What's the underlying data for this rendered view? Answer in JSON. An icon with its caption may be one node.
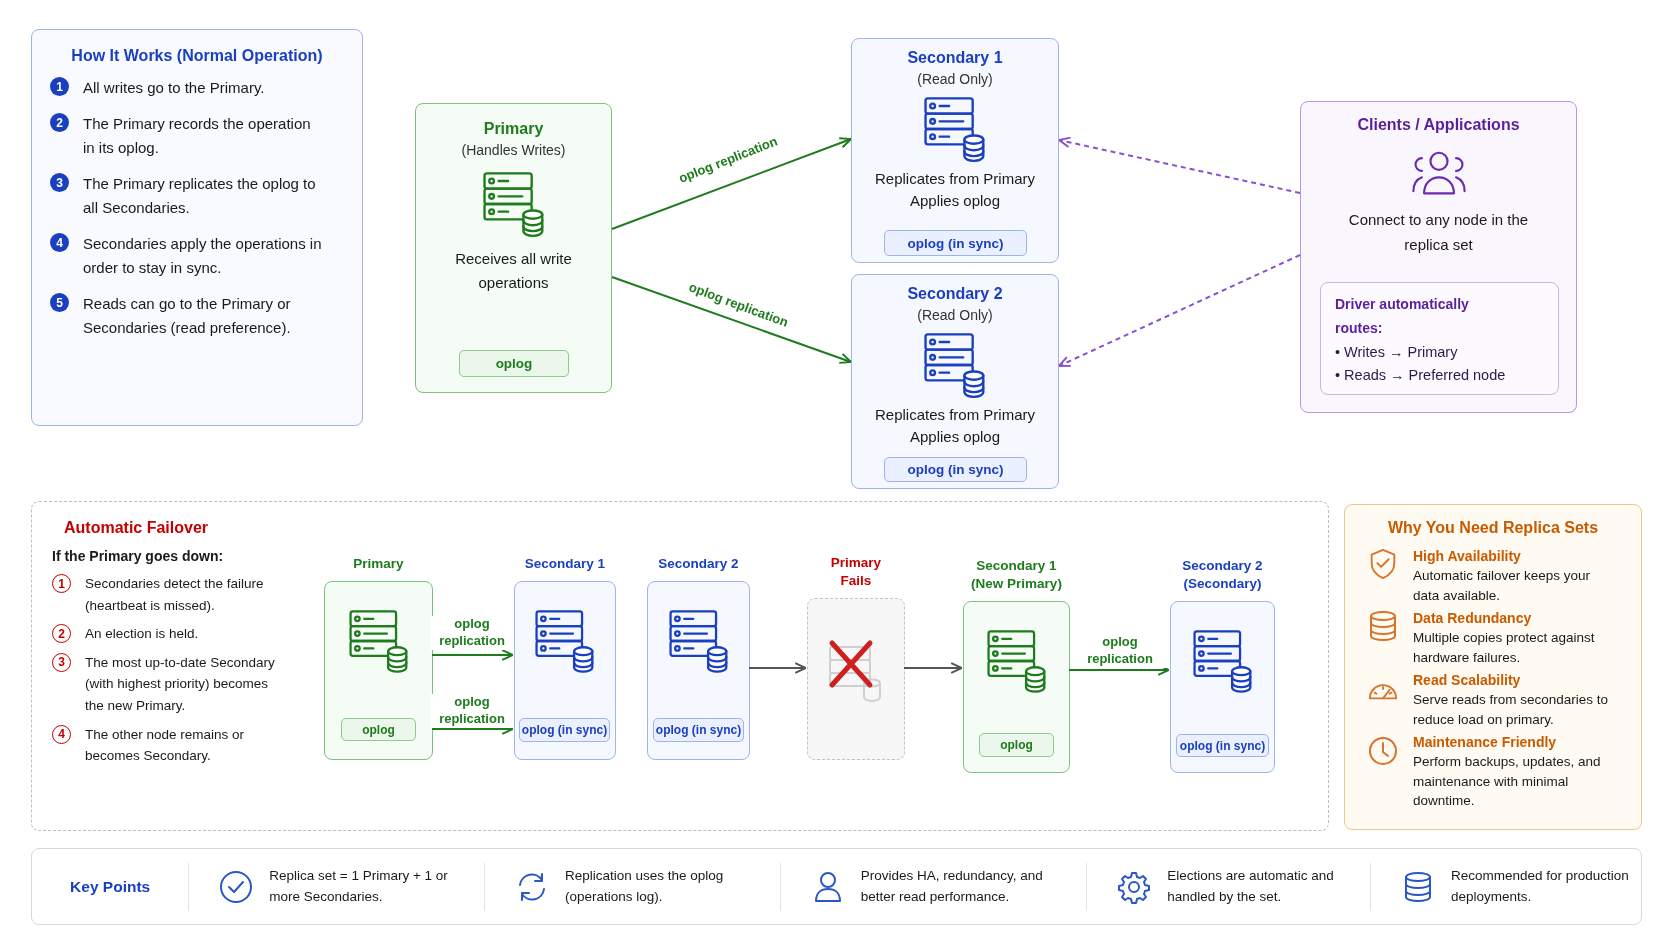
{
  "diagram": {
    "nodes": [
      {
        "text": [
          "How It Works (Normal Operation)",
          "1",
          "All writes go to the Primary.",
          "2",
          "The Primary records the operation in its oplog.",
          "3",
          "The Primary replicates the oplog to all Secondaries.",
          "4",
          "Secondaries apply the operations in order to stay in sync.",
          "5",
          "Reads can go to the Primary or Secondaries (read preference)."
        ]
      },
      {
        "text": [
          "Primary",
          "(Handles Writes)",
          "Receives all write operations"
        ]
      },
      {
        "text": [
          "oplog"
        ],
        "in": 1
      },
      {
        "text": [
          "Secondary 1",
          "(Read Only)",
          "Replicates from Primary",
          "Applies oplog"
        ]
      },
      {
        "text": [
          "oplog (in sync)"
        ],
        "in": 3
      },
      {
        "text": [
          "Secondary 2",
          "(Read Only)",
          "Replicates from Primary",
          "Applies oplog"
        ]
      },
      {
        "text": [
          "oplog (in sync)"
        ],
        "in": 5
      },
      {
        "text": [
          "Clients / Applications",
          "Connect to any node in the replica set"
        ]
      },
      {
        "text": [
          "Driver automatically routes:",
          "• Writes → Primary",
          "• Reads → Preferred node"
        ],
        "in": 7
      },
      {
        "text": [
          "Automatic Failover",
          "If the Primary goes down:",
          "1",
          "Secondaries detect the failure (heartbeat is missed).",
          "2",
          "An election is held.",
          "3",
          "The most up-to-date Secondary (with highest priority) becomes the new Primary.",
          "4",
          "The other node remains or becomes Secondary."
        ]
      },
      {
        "text": [
          "Primary"
        ],
        "in": 9
      },
      {
        "text": [
          "oplog"
        ],
        "in": 10
      },
      {
        "text": [
          "Secondary 1"
        ],
        "in": 9
      },
      {
        "text": [
          "oplog (in sync)"
        ],
        "in": 12
      },
      {
        "text": [
          "Secondary 2"
        ],
        "in": 9
      },
      {
        "text": [
          "oplog (in sync)"
        ],
        "in": 14
      },
      {
        "text": [
          "Primary Fails"
        ],
        "in": 9
      },
      {
        "text": [
          "Secondary 1 (New Primary)"
        ],
        "in": 9
      },
      {
        "text": [
          "oplog"
        ],
        "in": 17
      },
      {
        "text": [
          "Secondary 2 (Secondary)"
        ],
        "in": 9
      },
      {
        "text": [
          "oplog (in sync)"
        ],
        "in": 19
      },
      {
        "text": [
          "Why You Need Replica Sets",
          "High Availability",
          "Automatic failover keeps your data available.",
          "Data Redundancy",
          "Multiple copies protect against hardware failures.",
          "Read Scalability",
          "Serve reads from secondaries to reduce load on primary.",
          "Maintenance Friendly",
          "Perform backups, updates, and maintenance with minimal downtime."
        ]
      },
      {
        "text": [
          "Key Points",
          "Replica set = 1 Primary + 1 or more Secondaries.",
          "Replication uses the oplog (operations log).",
          "Provides HA, redundancy, and better read performance.",
          "Elections are automatic and handled by the set.",
          "Recommended for production deployments."
        ]
      }
    ],
    "edges": [
      {
        "from": 1,
        "to": 3,
        "arrow": "to",
        "label": "oplog replication"
      },
      {
        "from": 1,
        "to": 5,
        "arrow": "to",
        "label": "oplog replication"
      },
      {
        "from": 7,
        "to": 3,
        "arrow": "to",
        "style": "dashed",
        "color": "#8a4fd0"
      },
      {
        "from": 7,
        "to": 5,
        "arrow": "to",
        "style": "dashed",
        "color": "#8a4fd0"
      },
      {
        "from": 10,
        "to": 12,
        "arrow": "to",
        "label": "oplog replication"
      },
      {
        "from": 10,
        "to": 12,
        "arrow": "to",
        "label": "oplog replication"
      },
      {
        "from": 14,
        "to": 16,
        "arrow": "to",
        "color": "#555555"
      },
      {
        "from": 16,
        "to": 17,
        "arrow": "to",
        "color": "#555555"
      },
      {
        "from": 17,
        "to": 19,
        "arrow": "to",
        "label": "oplog replication"
      }
    ]
  }
}
